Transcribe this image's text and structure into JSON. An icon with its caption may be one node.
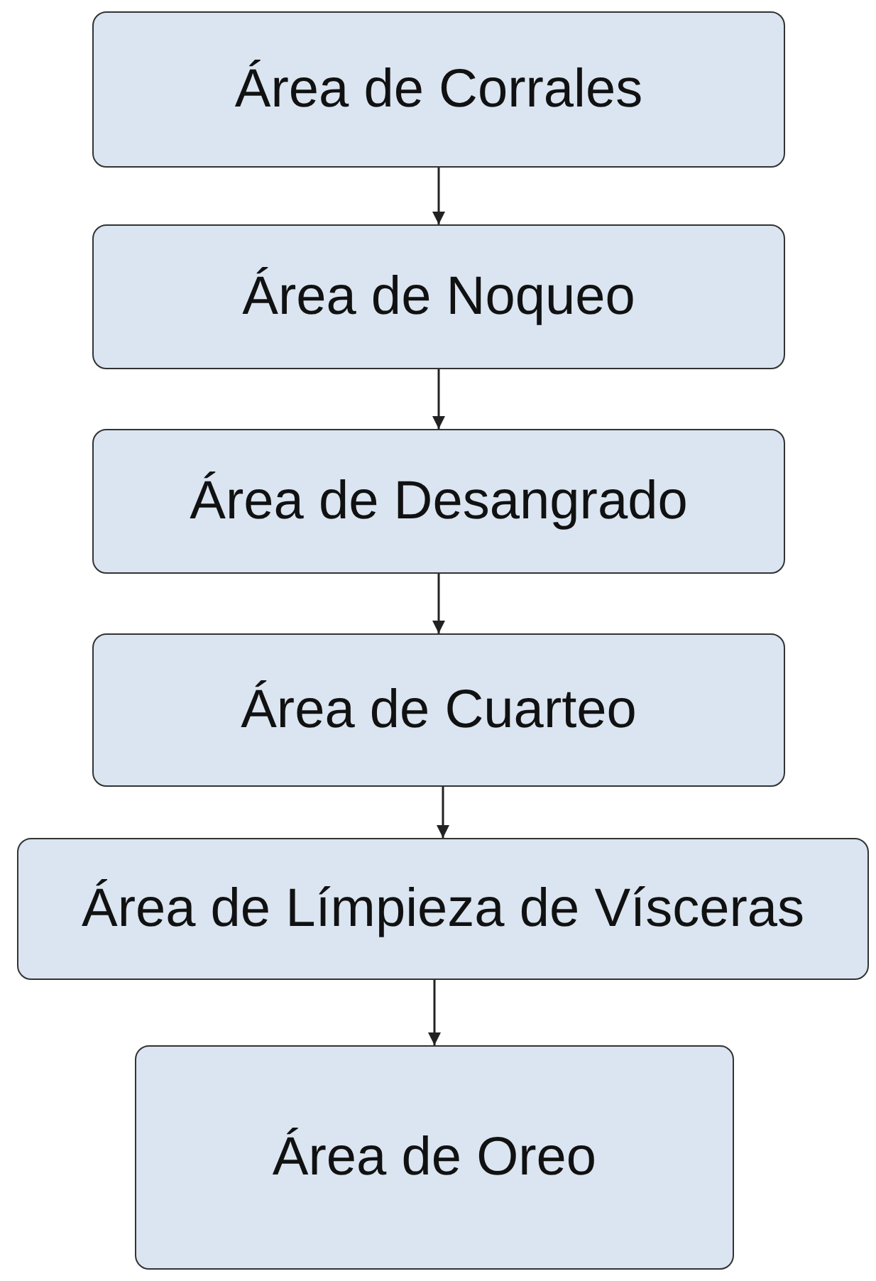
{
  "diagram": {
    "nodes": [
      {
        "text": [
          "Área de Corrales"
        ]
      },
      {
        "text": [
          "Área de Noqueo"
        ]
      },
      {
        "text": [
          "Área de Desangrado"
        ]
      },
      {
        "text": [
          "Área de Cuarteo"
        ]
      },
      {
        "text": [
          "Área de Límpieza de Vísceras"
        ]
      },
      {
        "text": [
          "Área de Oreo"
        ]
      }
    ],
    "edges": [
      {
        "from": 0,
        "to": 1,
        "arrow": "to"
      },
      {
        "from": 1,
        "to": 2,
        "arrow": "to"
      },
      {
        "from": 2,
        "to": 3,
        "arrow": "to"
      },
      {
        "from": 3,
        "to": 4,
        "arrow": "to"
      },
      {
        "from": 4,
        "to": 5,
        "arrow": "to"
      }
    ]
  }
}
